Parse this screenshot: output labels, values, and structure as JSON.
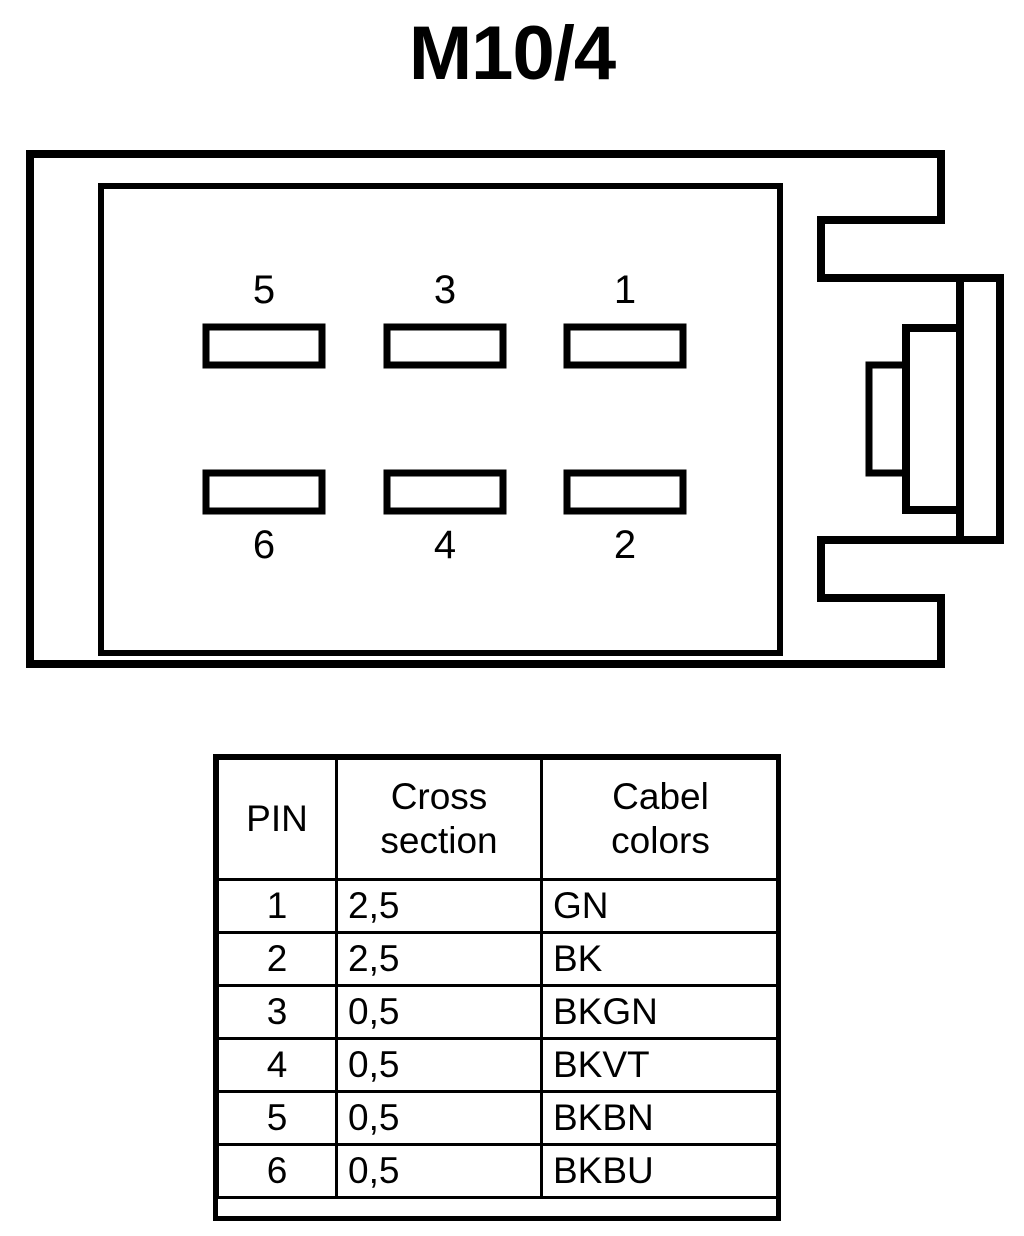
{
  "title": "M10/4",
  "connector": {
    "name": "6-way flat-blade connector housing with side latch",
    "rows": [
      {
        "row": "top",
        "pins": [
          "5",
          "3",
          "1"
        ]
      },
      {
        "row": "bottom",
        "pins": [
          "6",
          "4",
          "2"
        ]
      }
    ],
    "blade_count": 6,
    "latch_side": "right",
    "line_color": "#000000",
    "fill_color": "#ffffff"
  },
  "table": {
    "headers": [
      "PIN",
      "Cross\nsection",
      "Cabel\ncolors"
    ],
    "rows": [
      {
        "pin": "1",
        "cross_section": "2,5",
        "cable_color": "GN"
      },
      {
        "pin": "2",
        "cross_section": "2,5",
        "cable_color": "BK"
      },
      {
        "pin": "3",
        "cross_section": "0,5",
        "cable_color": "BKGN"
      },
      {
        "pin": "4",
        "cross_section": "0,5",
        "cable_color": "BKVT"
      },
      {
        "pin": "5",
        "cross_section": "0,5",
        "cable_color": "BKBN"
      },
      {
        "pin": "6",
        "cross_section": "0,5",
        "cable_color": "BKBU"
      }
    ]
  }
}
